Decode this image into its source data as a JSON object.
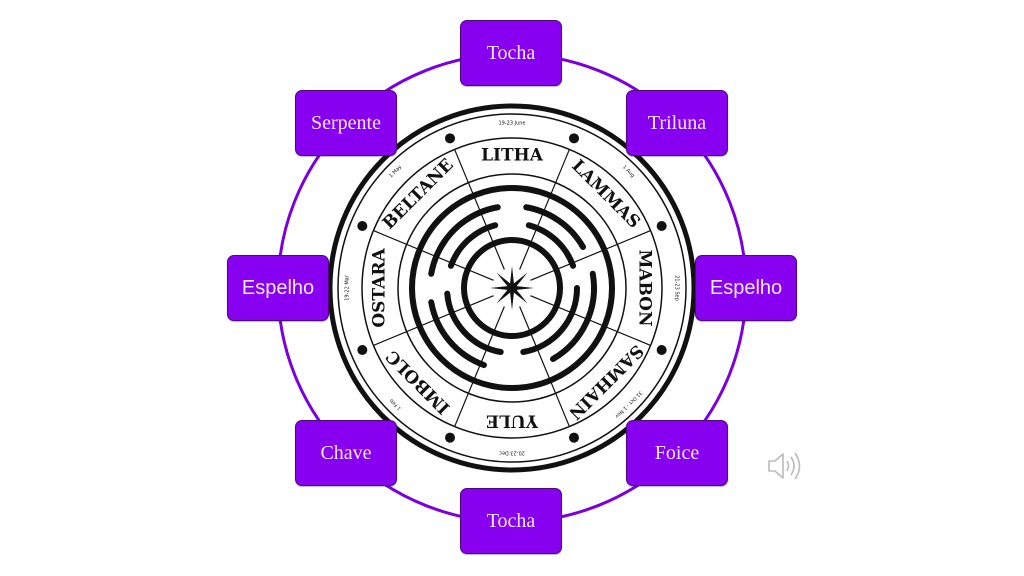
{
  "slide": {
    "items": {
      "top": "Tocha",
      "top_left": "Serpente",
      "top_right": "Triluna",
      "left": "Espelho",
      "right": "Espelho",
      "bottom_left": "Chave",
      "bottom_right": "Foice",
      "bottom": "Tocha"
    },
    "wheel": {
      "sabbats": [
        {
          "name": "LITHA",
          "date": "19-23 June"
        },
        {
          "name": "LAMMAS",
          "date": "1 Aug"
        },
        {
          "name": "MABON",
          "date": "21-23 Sep"
        },
        {
          "name": "SAMHAIN",
          "date": "31 Oct - 1 Nov"
        },
        {
          "name": "YULE",
          "date": "20-23 Dec"
        },
        {
          "name": "IMBOLC",
          "date": "1 Feb"
        },
        {
          "name": "OSTARA",
          "date": "19-22 Mar"
        },
        {
          "name": "BELTANE",
          "date": "1 May"
        }
      ]
    },
    "audio_icon": "speaker-icon",
    "colors": {
      "box": "#8800f0",
      "ring": "#7a00e0",
      "box_text": "#f6e6ff"
    }
  }
}
